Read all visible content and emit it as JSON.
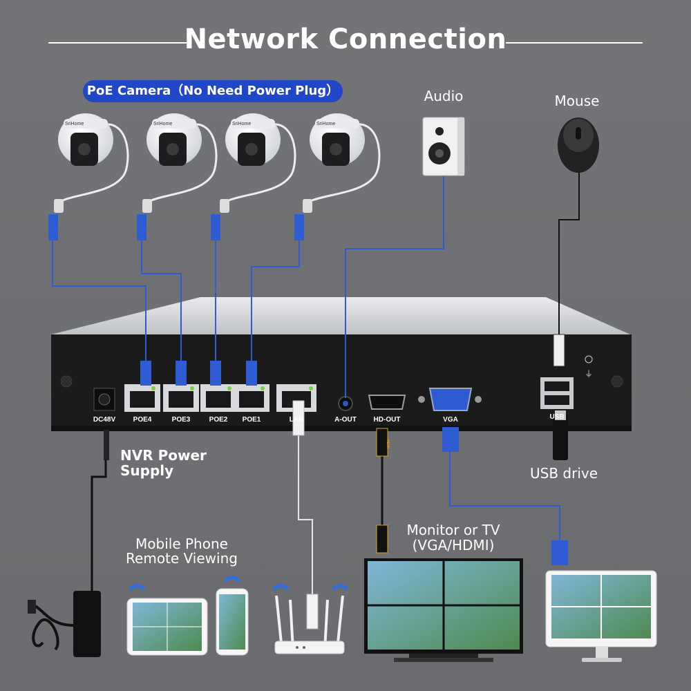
{
  "title": "Network Connection",
  "poe_camera_label": "PoE Camera（No Need Power Plug）",
  "audio_label": "Audio",
  "mouse_label": "Mouse",
  "usb_drive_label": "USB drive",
  "nvr_power_label_1": "NVR Power",
  "nvr_power_label_2": "Supply",
  "mobile_label_1": "Mobile Phone",
  "mobile_label_2": "Remote Viewing",
  "monitor_label_1": "Monitor or TV",
  "monitor_label_2": "(VGA/HDMI)",
  "camera_brand": "SriHome",
  "ports": {
    "dc": "DC48V",
    "poe4": "POE4",
    "poe3": "POE3",
    "poe2": "POE2",
    "poe1": "POE1",
    "lan": "LAN",
    "aout": "A-OUT",
    "hdout": "HD-OUT",
    "vga": "VGA",
    "usb": "USB",
    "hdmi_plug": "HDMI"
  },
  "colors": {
    "background": "#6d6f72",
    "accent_blue": "#1f47c8",
    "cable_blue": "#2f5bd3",
    "white": "#ffffff",
    "nvr_body": "#1b1b1c"
  }
}
